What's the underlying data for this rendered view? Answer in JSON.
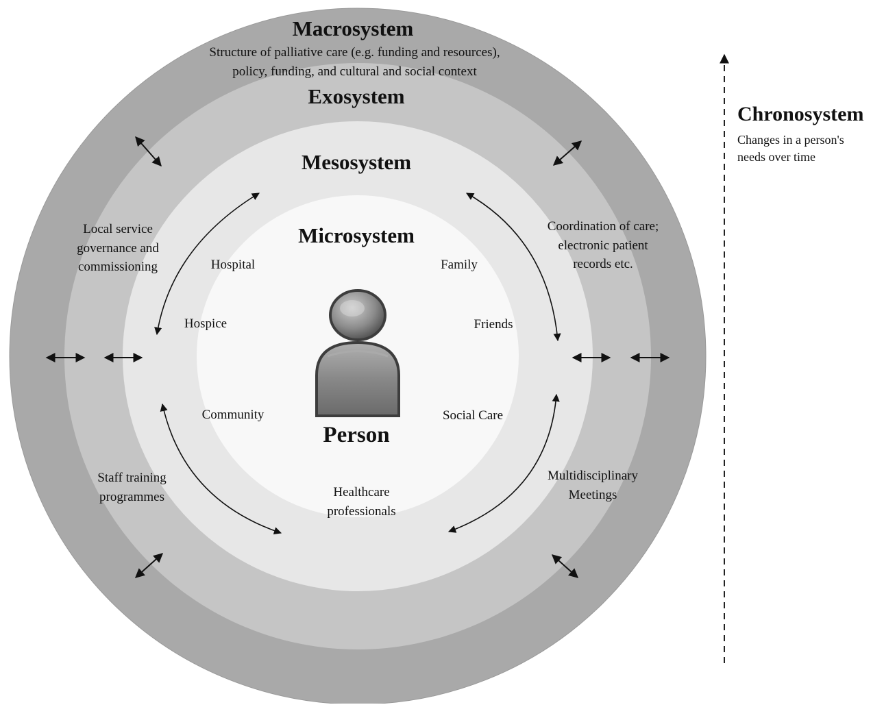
{
  "macrosystem": {
    "title": "Macrosystem",
    "line1": "Structure of palliative care (e.g. funding and resources),",
    "line2": "policy, funding, and cultural and social context"
  },
  "exosystem": {
    "title": "Exosystem",
    "local_service": "Local service governance and commissioning",
    "coordination": "Coordination of care; electronic patient records etc.",
    "staff_training": "Staff training programmes",
    "multidisciplinary": "Multidisciplinary Meetings"
  },
  "mesosystem": {
    "title": "Mesosystem"
  },
  "microsystem": {
    "title": "Microsystem",
    "hospital": "Hospital",
    "family": "Family",
    "hospice": "Hospice",
    "friends": "Friends",
    "community": "Community",
    "social_care": "Social Care",
    "healthcare": "Healthcare professionals"
  },
  "person": {
    "label": "Person",
    "icon": "person-icon"
  },
  "chronosystem": {
    "title": "Chronosystem",
    "desc_line1": "Changes in a person's",
    "desc_line2": "needs over time"
  },
  "colors": {
    "macro_ring": "#a8a8a8",
    "exo_ring": "#c4c4c4",
    "meso_ring": "#e6e6e6",
    "micro_disc": "#f7f7f7",
    "arrow": "#111111"
  }
}
